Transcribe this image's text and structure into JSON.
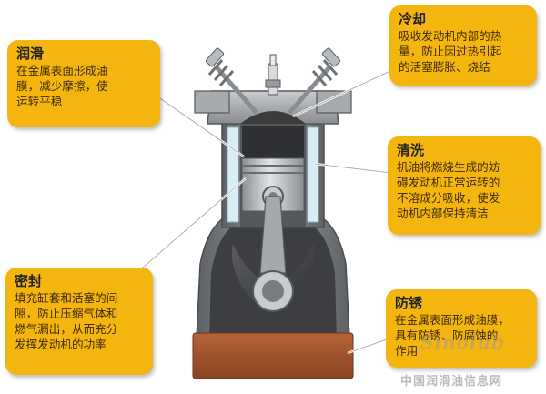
{
  "callouts": {
    "lubrication": {
      "title": "润滑",
      "lines": [
        "在金属表面形成油",
        "膜，减少摩擦，使",
        "运转平稳"
      ]
    },
    "cooling": {
      "title": "冷却",
      "lines": [
        "吸收发动机内部的热",
        "量，防止因过热引起",
        "的活塞膨胀、烧结"
      ]
    },
    "cleaning": {
      "title": "清洗",
      "lines": [
        "机油将燃烧生成的妨",
        "碍发动机正常运转的",
        "不溶成分吸收，使发",
        "动机内部保持清洁"
      ]
    },
    "sealing": {
      "title": "密封",
      "lines": [
        "填充缸套和活塞的间",
        "隙，防止压缩气体和",
        "燃气漏出，从而充分",
        "发挥发动机的功率"
      ]
    },
    "rustproof": {
      "title": "防锈",
      "lines": [
        "在金属表面形成油膜，",
        "具有防锈、防腐蚀的",
        "作用"
      ]
    }
  },
  "watermark": {
    "logo": "Sinolub",
    "site": "中国润滑油信息网"
  },
  "colors": {
    "callout": "#f5b50f",
    "engine_block": "#7a7d80",
    "coolant": "#d8ecf6",
    "piston": "#b9bcc0",
    "combustion": "#3b3b3b",
    "oil_sump": "#a0532c"
  }
}
